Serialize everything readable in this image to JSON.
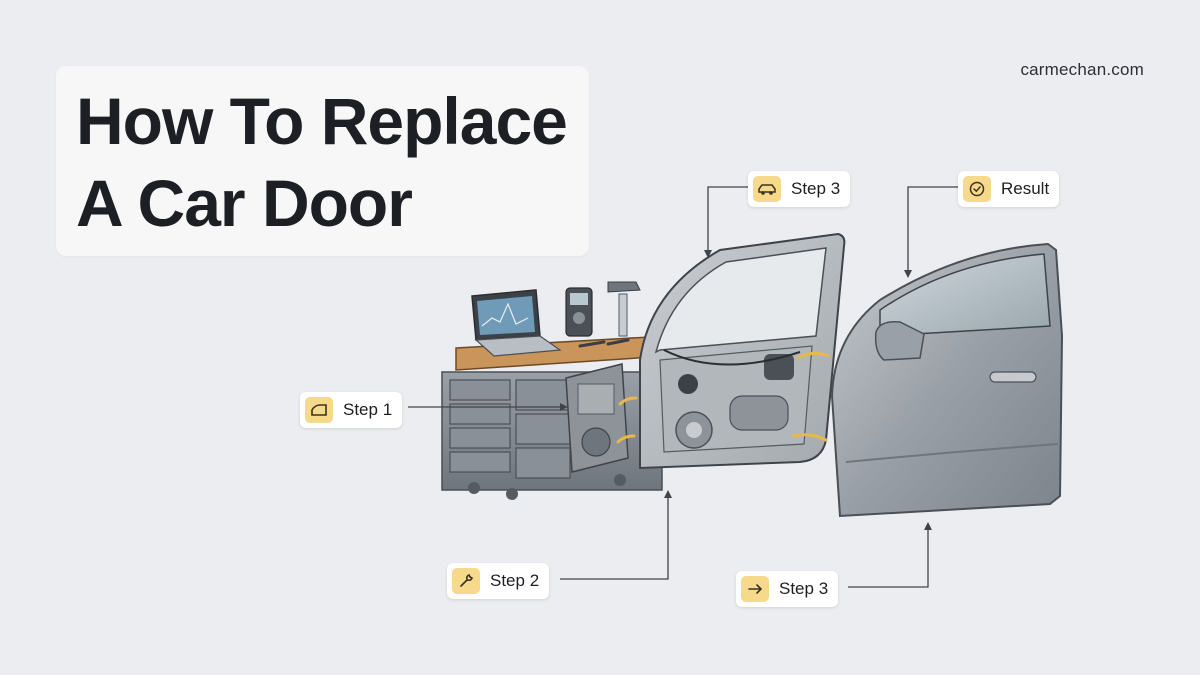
{
  "title": {
    "line1": "How To Replace",
    "line2": "A Car Door"
  },
  "site": "carmechan.com",
  "callouts": [
    {
      "id": "step1",
      "label": "Step 1",
      "icon": "door-icon"
    },
    {
      "id": "step2",
      "label": "Step 2",
      "icon": "wrench-icon"
    },
    {
      "id": "step3-top",
      "label": "Step 3",
      "icon": "car-icon"
    },
    {
      "id": "step3-bottom",
      "label": "Step 3",
      "icon": "arrow-right-icon"
    },
    {
      "id": "result",
      "label": "Result",
      "icon": "check-circle-icon"
    }
  ],
  "colors": {
    "background": "#ecedf0",
    "badge_icon_bg": "#f7d98c",
    "arrow_accent": "#e8b84a",
    "door_paint": "#9ea3aa"
  }
}
